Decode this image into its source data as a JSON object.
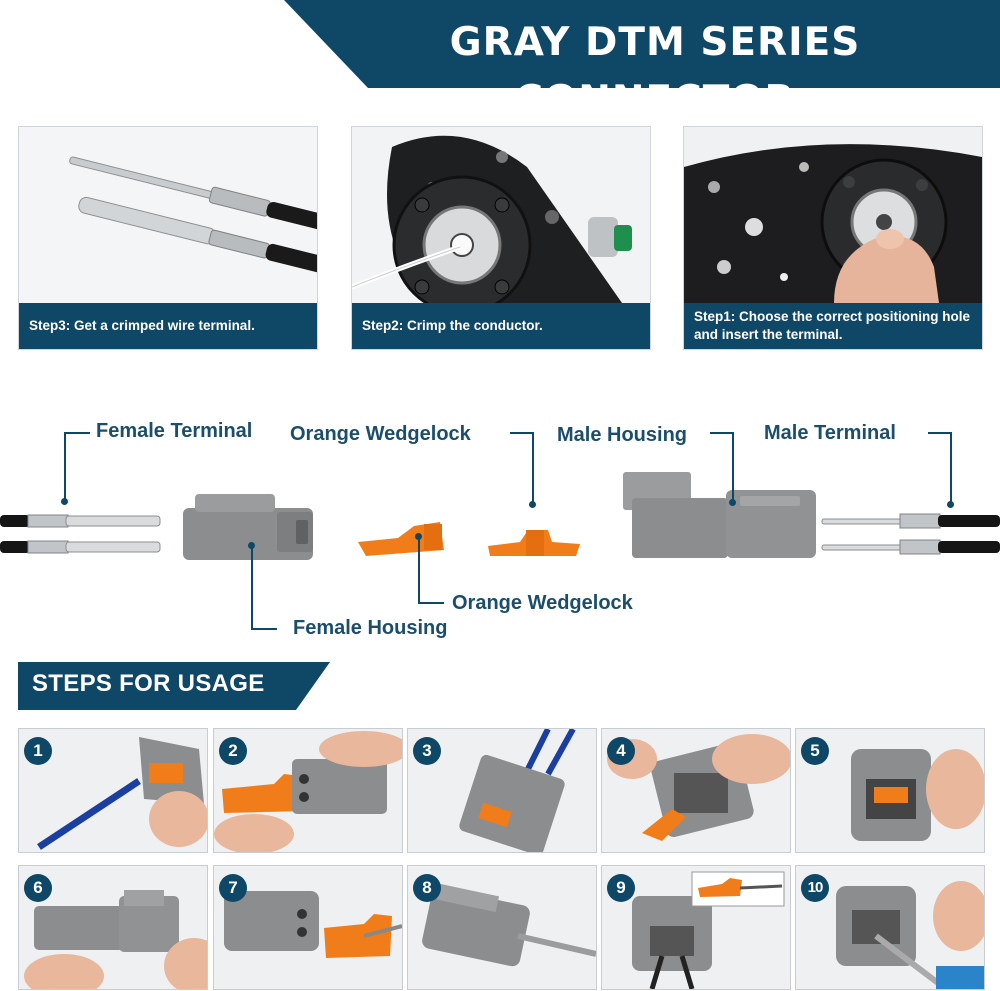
{
  "header": {
    "title": "GRAY DTM SERIES CONNECTOR"
  },
  "process_steps": [
    {
      "caption": "Step3: Get a crimped wire terminal."
    },
    {
      "caption": "Step2: Crimp the conductor."
    },
    {
      "caption": "Step1: Choose the correct positioning hole and insert the terminal."
    }
  ],
  "diagram": {
    "female_terminal": "Female Terminal",
    "orange_wedgelock_top": "Orange Wedgelock",
    "male_housing": "Male Housing",
    "male_terminal": "Male Terminal",
    "orange_wedgelock_bottom": "Orange Wedgelock",
    "female_housing": "Female Housing"
  },
  "usage": {
    "title": "STEPS FOR USAGE",
    "steps": [
      "1",
      "2",
      "3",
      "4",
      "5",
      "6",
      "7",
      "8",
      "9",
      "10"
    ]
  },
  "colors": {
    "brand_navy": "#0f4866",
    "connector_gray": "#8b8d8f",
    "wedgelock_orange": "#f07d1a"
  }
}
